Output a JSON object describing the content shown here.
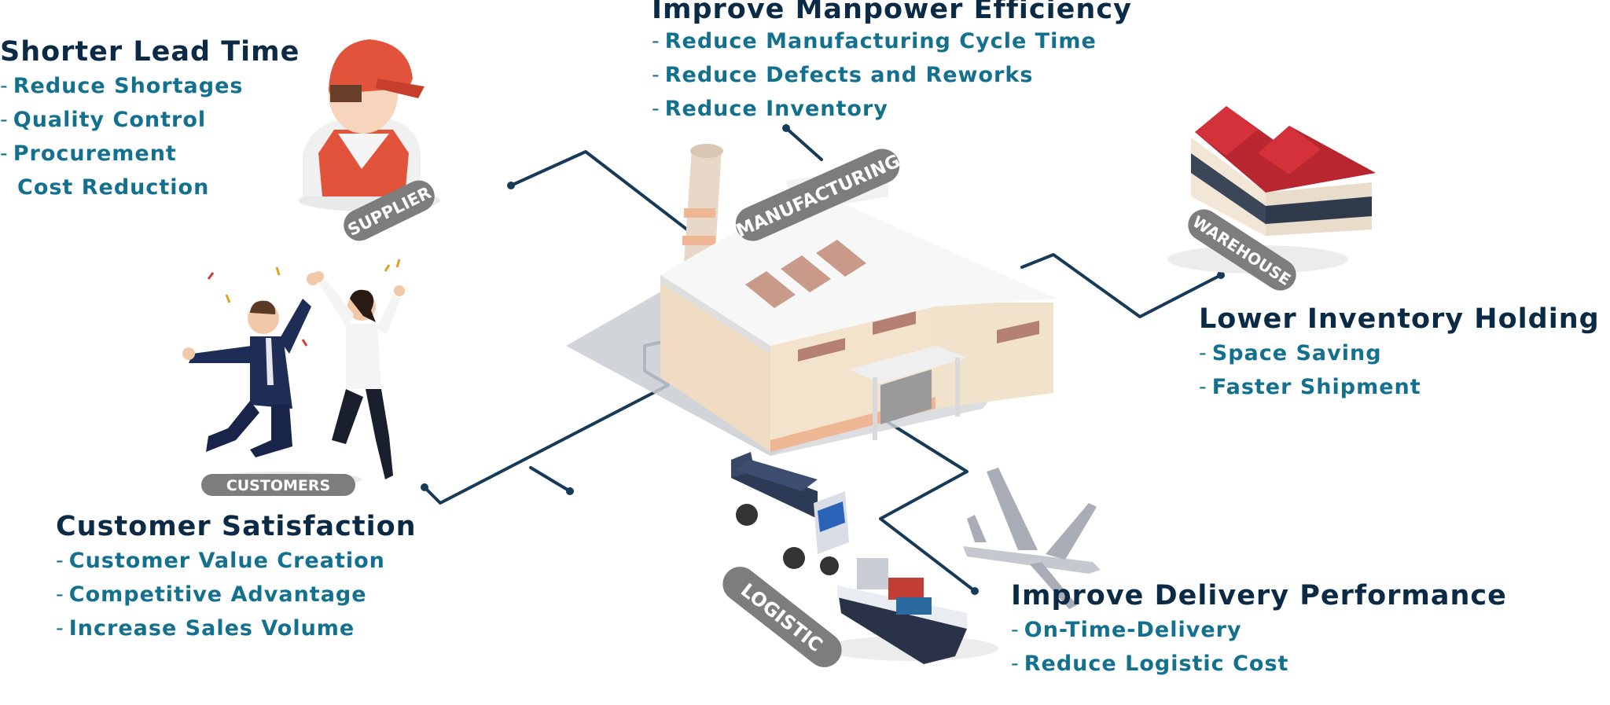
{
  "blocks": {
    "manpower": {
      "title": "Improve Manpower Efficiency",
      "items": [
        "Reduce Manufacturing Cycle Time",
        "Reduce Defects and Reworks",
        "Reduce Inventory"
      ]
    },
    "lead_time": {
      "title": "Shorter Lead Time",
      "items": [
        "Reduce Shortages",
        "Quality Control",
        "Procurement",
        "Cost Reduction"
      ]
    },
    "inventory": {
      "title": "Lower Inventory Holding",
      "items": [
        "Space Saving",
        "Faster Shipment"
      ]
    },
    "customer": {
      "title": "Customer Satisfaction",
      "items": [
        "Customer Value Creation",
        "Competitive Advantage",
        "Increase Sales Volume"
      ]
    },
    "delivery": {
      "title": "Improve Delivery Performance",
      "items": [
        "On-Time-Delivery",
        "Reduce Logistic Cost"
      ]
    }
  },
  "badges": {
    "manufacturing": "MANUFACTURING",
    "supplier": "SUPPLIER",
    "warehouse": "WAREHOUSE",
    "customers": "CUSTOMERS",
    "logistic": "LOGISTIC"
  },
  "colors": {
    "title": "#0b2a45",
    "item": "#14708f",
    "connector": "#163a57",
    "badge": "#7d7d7d"
  },
  "illustrations": [
    "factory-illustration",
    "supplier-worker-illustration",
    "warehouse-illustration",
    "celebrating-customers-illustration",
    "truck-illustration",
    "cargo-ship-illustration",
    "airplane-illustration"
  ]
}
